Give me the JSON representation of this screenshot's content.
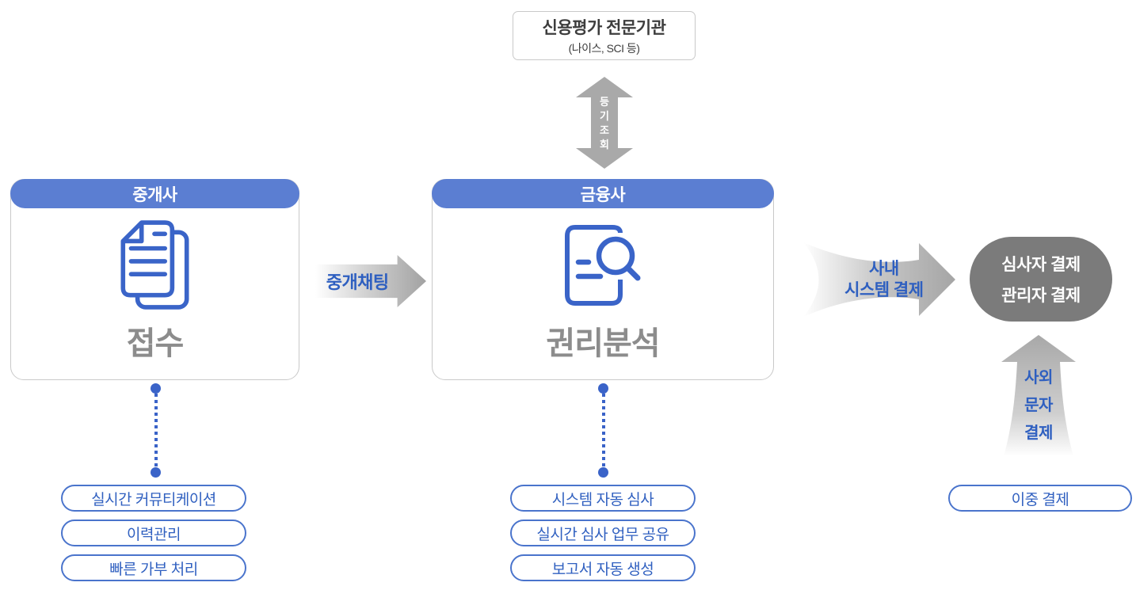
{
  "top_box": {
    "title": "신용평가 전문기관",
    "subtitle": "(나이스, SCI 등)"
  },
  "registry_arrow": {
    "chars": [
      "등",
      "기",
      "조",
      "회"
    ]
  },
  "cards": {
    "broker": {
      "header": "중개사",
      "title": "접수",
      "icon": "documents-icon",
      "features": [
        "실시간 커뮤티케이션",
        "이력관리",
        "빠른 가부 처리"
      ]
    },
    "finance": {
      "header": "금융사",
      "title": "권리분석",
      "icon": "document-search-icon",
      "features": [
        "시스템 자동 심사",
        "실시간 심사 업무 공유",
        "보고서 자동 생성"
      ]
    }
  },
  "chat_arrow": {
    "label": "중개채팅"
  },
  "internal_arrow": {
    "line1": "사내",
    "line2": "시스템 결제"
  },
  "approval_box": {
    "line1": "심사자 결제",
    "line2": "관리자 결제"
  },
  "external_arrow": {
    "chars": [
      "사외",
      "문자",
      "결제"
    ]
  },
  "dual_approval": {
    "label": "이중 결제"
  },
  "colors": {
    "header_blue": "#5b7ed2",
    "icon_blue": "#3a64c8",
    "pill_border": "#4a74cc",
    "pill_text": "#3060c0",
    "arrow_label_blue": "#2e5fc0",
    "label_gray": "#8c8c8c",
    "arrow_gray": "#a9a9a9",
    "dark_gray": "#7b7b7b",
    "border_gray": "#c9c9c9",
    "title_dark": "#3d3d3d"
  }
}
